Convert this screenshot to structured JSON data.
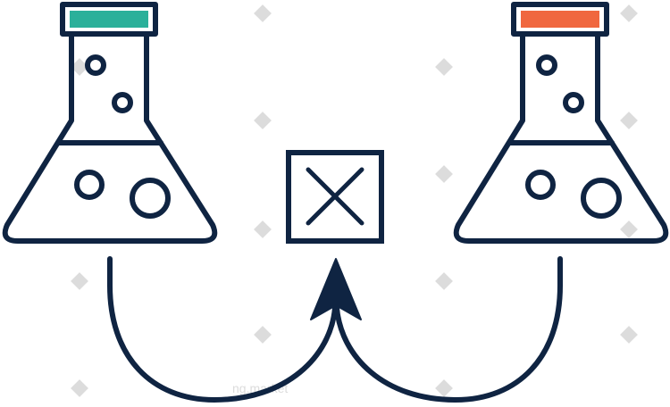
{
  "illustration": {
    "type": "icon-illustration",
    "subject": "two laboratory flasks with a curved arrow into a box marked with an X",
    "colors": {
      "outline": "#0f2442",
      "left_cap": "#2bb09a",
      "right_cap": "#f0673f",
      "background": "#ffffff",
      "watermark": "#dcdcdc"
    },
    "icons": [
      "left-flask-icon",
      "right-flask-icon",
      "x-box-icon",
      "arrow-icon"
    ]
  },
  "watermark": {
    "text": "ng.market"
  }
}
